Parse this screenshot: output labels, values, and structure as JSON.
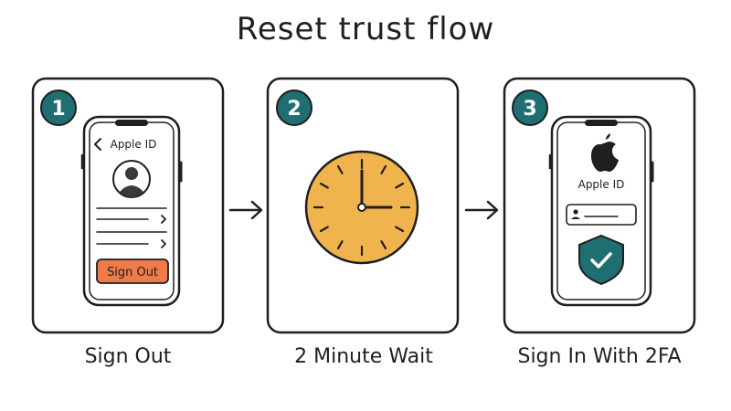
{
  "title": "Reset trust flow",
  "colors": {
    "badge": "#1f6f72",
    "sign_out_button": "#f07a4a",
    "clock_face": "#f0b44f",
    "shield": "#1f6f72",
    "stroke": "#1f1f1f"
  },
  "steps": [
    {
      "number": "1",
      "caption": "Sign Out",
      "screen_title": "Apple ID",
      "button_label": "Sign Out",
      "icons": [
        "back-chevron-icon",
        "user-avatar-icon",
        "chevron-right-icon",
        "chevron-right-icon"
      ]
    },
    {
      "number": "2",
      "caption": "2 Minute Wait",
      "icons": [
        "clock-icon"
      ]
    },
    {
      "number": "3",
      "caption": "Sign In With 2FA",
      "screen_title": "Apple ID",
      "icons": [
        "apple-logo-icon",
        "user-field-icon",
        "shield-check-icon"
      ]
    }
  ],
  "arrows": [
    "arrow-right-icon",
    "arrow-right-icon"
  ]
}
